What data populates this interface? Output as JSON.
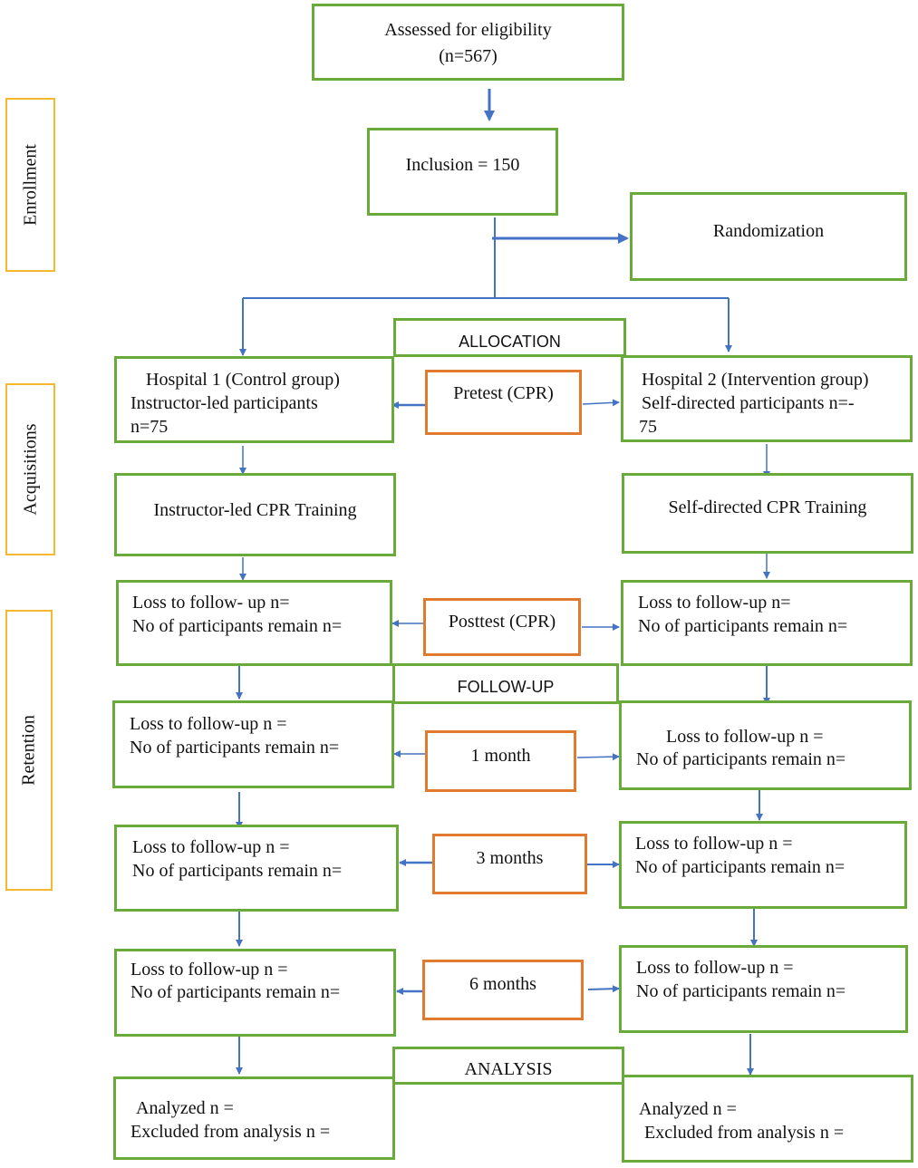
{
  "top": {
    "assessed_line1": "Assessed for eligibility",
    "assessed_line2": "(n=567)",
    "inclusion": "Inclusion = 150",
    "randomization": "Randomization"
  },
  "stages": {
    "enrollment": "Enrollment",
    "acquisitions": "Acquisitions",
    "retention": "Retention"
  },
  "headers": {
    "allocation": "ALLOCATION",
    "follow_up": "FOLLOW-UP",
    "analysis": "ANALYSIS"
  },
  "timepoints": {
    "pretest": "Pretest (CPR)",
    "posttest": "Posttest (CPR)",
    "m1": "1 month",
    "m3": "3 months",
    "m6": "6 months"
  },
  "left": {
    "hosp_line1": "Hospital 1 (Control group)",
    "hosp_line2": "Instructor-led participants",
    "hosp_line3": "n=75",
    "training": "Instructor-led CPR Training",
    "post_loss": "Loss to follow- up n=",
    "post_remain": "No of participants remain n=",
    "m1_loss": "Loss to follow-up n =",
    "m1_remain": "No of participants remain n=",
    "m3_loss": "Loss to follow-up n =",
    "m3_remain": "No of participants remain n=",
    "m6_loss": "Loss to follow-up n =",
    "m6_remain": "No of participants remain n=",
    "analyzed": "Analyzed n =",
    "excluded": "Excluded from analysis n ="
  },
  "right": {
    "hosp_line1": "Hospital 2 (Intervention group)",
    "hosp_line2": "Self-directed participants n=-",
    "hosp_line3": "75",
    "training": "Self-directed CPR Training",
    "post_loss": "Loss to follow-up n=",
    "post_remain": "No of participants remain n=",
    "m1_loss": "Loss to follow-up n =",
    "m1_remain": "No of participants remain n=",
    "m3_loss": "Loss to follow-up n =",
    "m3_remain": "No of participants remain n=",
    "m6_loss": "Loss to follow-up n =",
    "m6_remain": "No of participants remain n=",
    "analyzed": "Analyzed n =",
    "excluded": "Excluded from analysis n ="
  },
  "colors": {
    "green_border": "#6aaa3a",
    "orange_border": "#e07a2e",
    "yellow_border": "#f5b82e",
    "arrow": "#4472c4"
  }
}
